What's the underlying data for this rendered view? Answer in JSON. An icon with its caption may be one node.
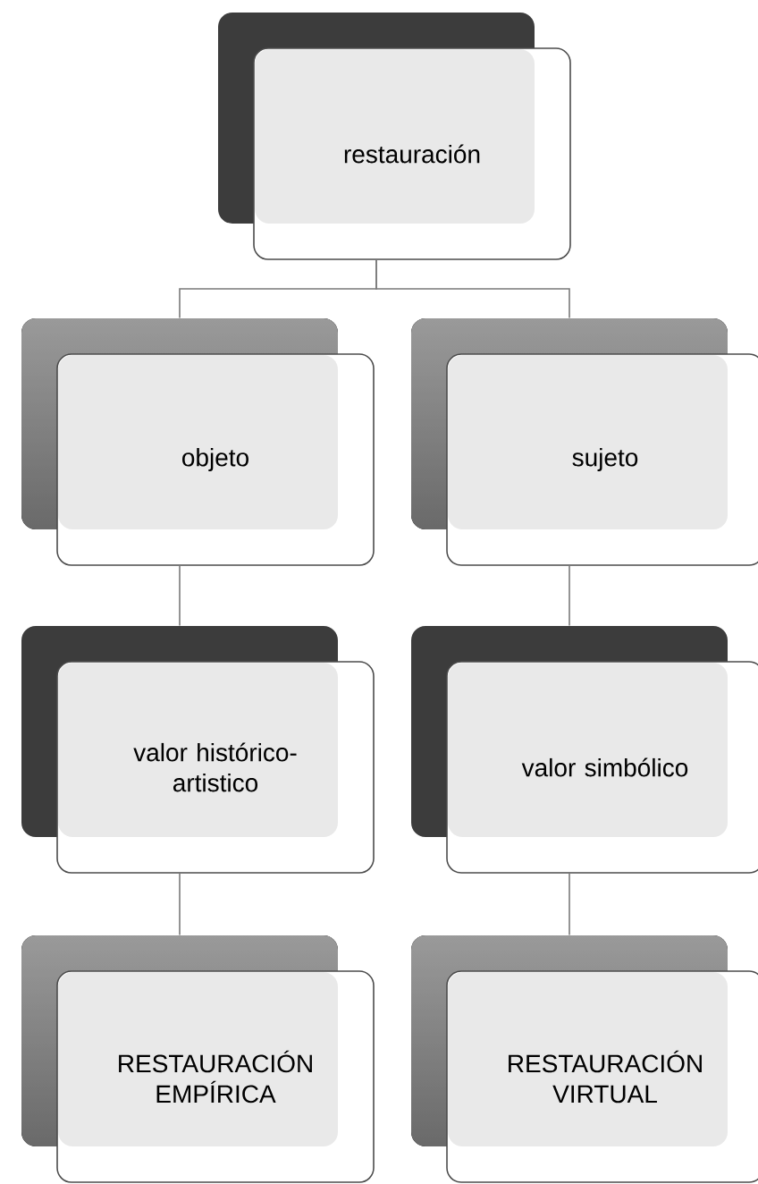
{
  "diagram": {
    "nodes": [
      {
        "text": [
          "restauración"
        ]
      },
      {
        "text": [
          "objeto"
        ]
      },
      {
        "text": [
          "sujeto"
        ]
      },
      {
        "text": [
          "valor histórico-artistico"
        ]
      },
      {
        "text": [
          "valor simbólico"
        ]
      },
      {
        "text": [
          "RESTAURACIÓN EMPÍRICA"
        ]
      },
      {
        "text": [
          "RESTAURACIÓN VIRTUAL"
        ]
      }
    ],
    "edges": [
      {
        "from": 0,
        "to": 1,
        "arrow": "none"
      },
      {
        "from": 0,
        "to": 2,
        "arrow": "none"
      },
      {
        "from": 1,
        "to": 3,
        "arrow": "none"
      },
      {
        "from": 2,
        "to": 4,
        "arrow": "none"
      },
      {
        "from": 3,
        "to": 5,
        "arrow": "none"
      },
      {
        "from": 4,
        "to": 6,
        "arrow": "none"
      }
    ]
  }
}
